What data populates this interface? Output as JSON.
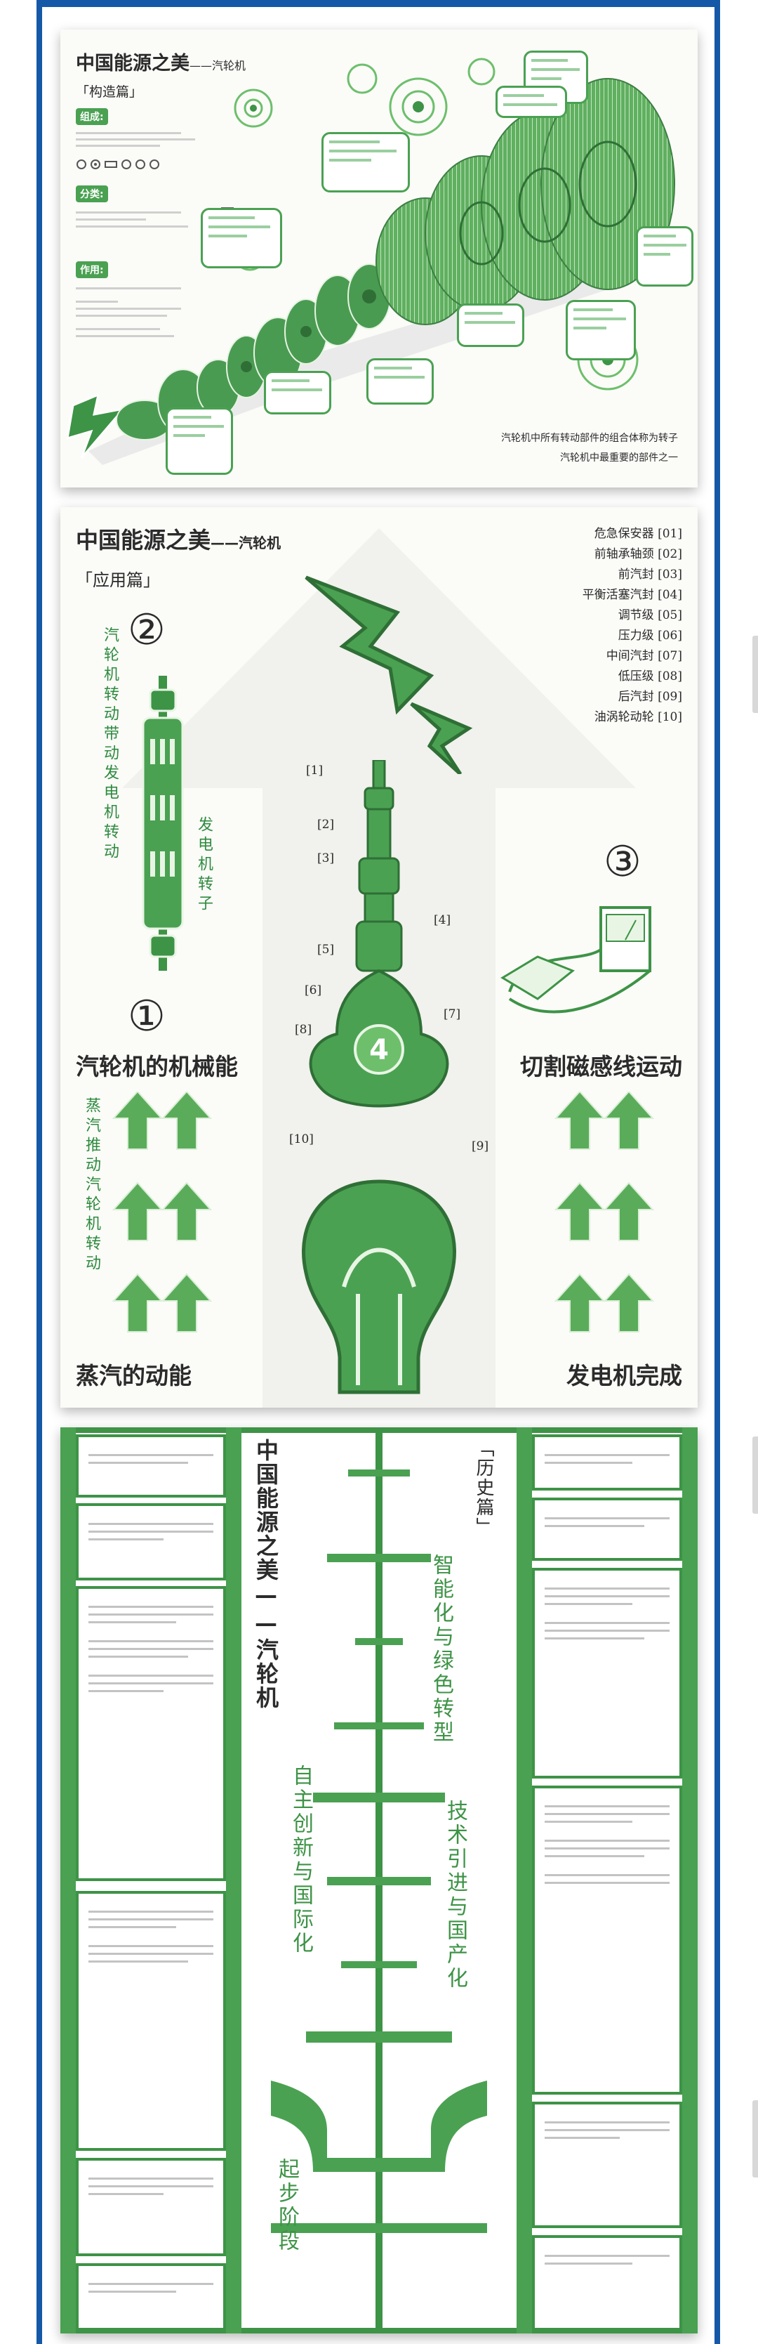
{
  "panel1": {
    "title": "中国能源之美",
    "subtitle": "——汽轮机",
    "section": "「构造篇」",
    "tags": [
      "组成:",
      "分类:",
      "作用:"
    ],
    "caption_line1": "汽轮机中所有转动部件的组合体称为转子",
    "caption_line2": "汽轮机中最重要的部件之一"
  },
  "panel2": {
    "title": "中国能源之美",
    "subtitle": "——汽轮机",
    "section": "「应用篇」",
    "step2": "②",
    "step1": "①",
    "step3": "③",
    "step4": "4",
    "vert_left": "汽轮机转动带动发电机转动",
    "vert_right": "发电机转子",
    "mech_energy": "汽轮机的机械能",
    "steam_vert": "蒸汽推动汽轮机转动",
    "steam_energy": "蒸汽的动能",
    "cut_field": "切割磁感线运动",
    "gen_done": "发电机完成",
    "parts": [
      "危急保安器 [01]",
      "前轴承轴颈 [02]",
      "前汽封 [03]",
      "平衡活塞汽封 [04]",
      "调节级 [05]",
      "压力级 [06]",
      "中间汽封 [07]",
      "低压级 [08]",
      "后汽封 [09]",
      "油涡轮动轮 [10]"
    ],
    "callouts": [
      "[1]",
      "[2]",
      "[3]",
      "[4]",
      "[5]",
      "[6]",
      "[7]",
      "[8]",
      "[9]",
      "[10]"
    ]
  },
  "panel3": {
    "title_vertical": "中国能源之美——汽轮机",
    "section": "「历史篇」",
    "phase_right_top": "智能化与绿色转型",
    "phase_left_mid": "自主创新与国际化",
    "phase_right_mid": "技术引进与国产化",
    "phase_left_bottom": "起步阶段"
  },
  "colors": {
    "frame": "#1558a8",
    "green": "#3d9346",
    "light_green": "#8fcf8e"
  }
}
